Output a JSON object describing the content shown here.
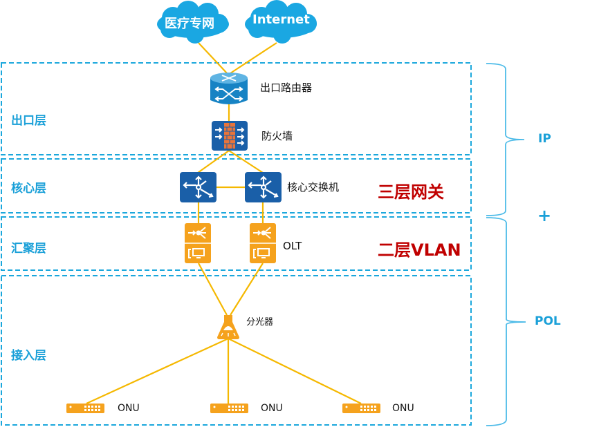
{
  "clouds": [
    {
      "label": "医疗专网",
      "icon": "cloud-icon"
    },
    {
      "label": "Internet",
      "icon": "cloud-icon"
    }
  ],
  "layers": [
    {
      "label": "出口层"
    },
    {
      "label": "核心层"
    },
    {
      "label": "汇聚层"
    },
    {
      "label": "接入层"
    }
  ],
  "devices": {
    "router": {
      "label": "出口路由器",
      "icon": "router-icon"
    },
    "firewall": {
      "label": "防火墙",
      "icon": "firewall-icon"
    },
    "core_switch": {
      "label": "核心交换机",
      "icon": "layer3-switch-icon"
    },
    "olt": {
      "label": "OLT",
      "icon": "olt-icon"
    },
    "splitter": {
      "label": "分光器",
      "icon": "optical-splitter-icon"
    },
    "onu": [
      {
        "label": "ONU",
        "icon": "onu-icon"
      },
      {
        "label": "ONU",
        "icon": "onu-icon"
      },
      {
        "label": "ONU",
        "icon": "onu-icon"
      }
    ]
  },
  "annotations": {
    "layer3": "三层网关",
    "layer2": "二层VLAN"
  },
  "braces": {
    "top": "IP",
    "plus": "+",
    "bottom": "POL"
  },
  "colors": {
    "layer_border": "#1aa7dc",
    "link": "#f5b800",
    "blue_device": "#1a5fa8",
    "orange_device": "#f5a21d",
    "annotation_red": "#c00000",
    "label_blue": "#1aa0d8"
  }
}
